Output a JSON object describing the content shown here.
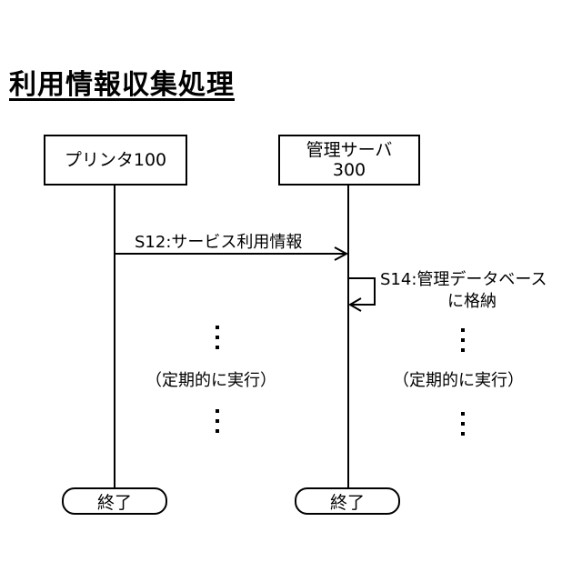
{
  "title": "利用情報収集処理",
  "participants": {
    "printer": "プリンタ100",
    "server_line1": "管理サーバ",
    "server_line2": "300"
  },
  "messages": {
    "s12": "S12:サービス利用情報"
  },
  "self_note": {
    "line1": "S14:管理データベース",
    "line2": "に格納"
  },
  "periodic": {
    "left": "（定期的に実行）",
    "right": "（定期的に実行）"
  },
  "end": {
    "printer": "終了",
    "server": "終了"
  }
}
